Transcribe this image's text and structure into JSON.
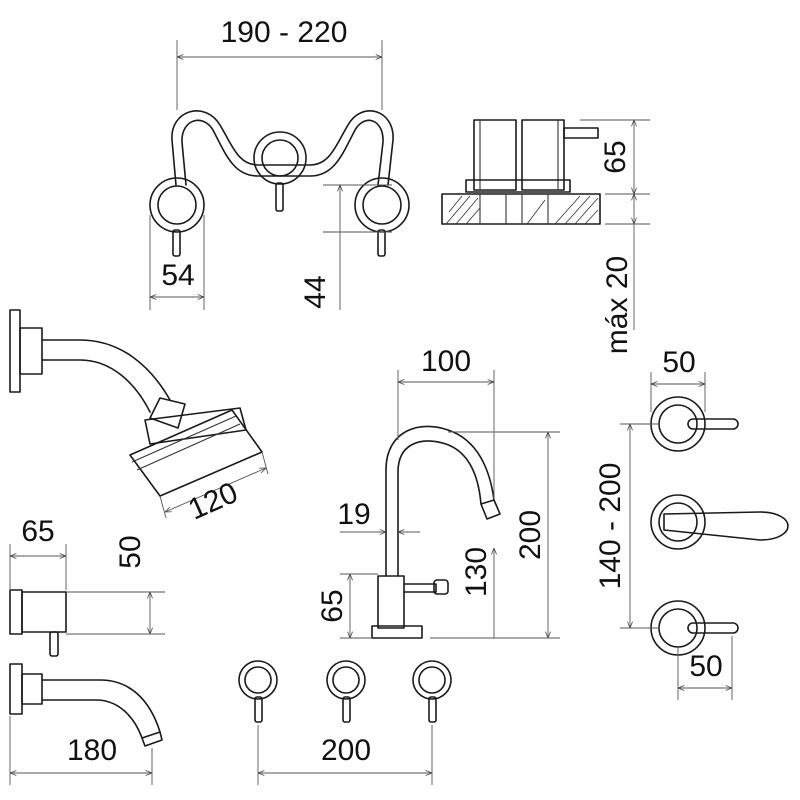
{
  "dimensions": {
    "basin_spread": "190 - 220",
    "basin_handle_diameter": "54",
    "basin_handle_height": "44",
    "cartridge_height": "65",
    "max_wall": "máx 20",
    "shower_head": "120",
    "spout_reach": "100",
    "spout_pipe": "19",
    "spout_total_height": "200",
    "spout_lever_height": "130",
    "spout_base_height": "65",
    "trio_handle_width_top": "50",
    "trio_spacing": "140 - 200",
    "trio_handle_width_bottom": "50",
    "wall_valve_depth": "65",
    "wall_valve_height": "50",
    "wall_spout_reach": "180",
    "three_handle_spacing": "200"
  }
}
